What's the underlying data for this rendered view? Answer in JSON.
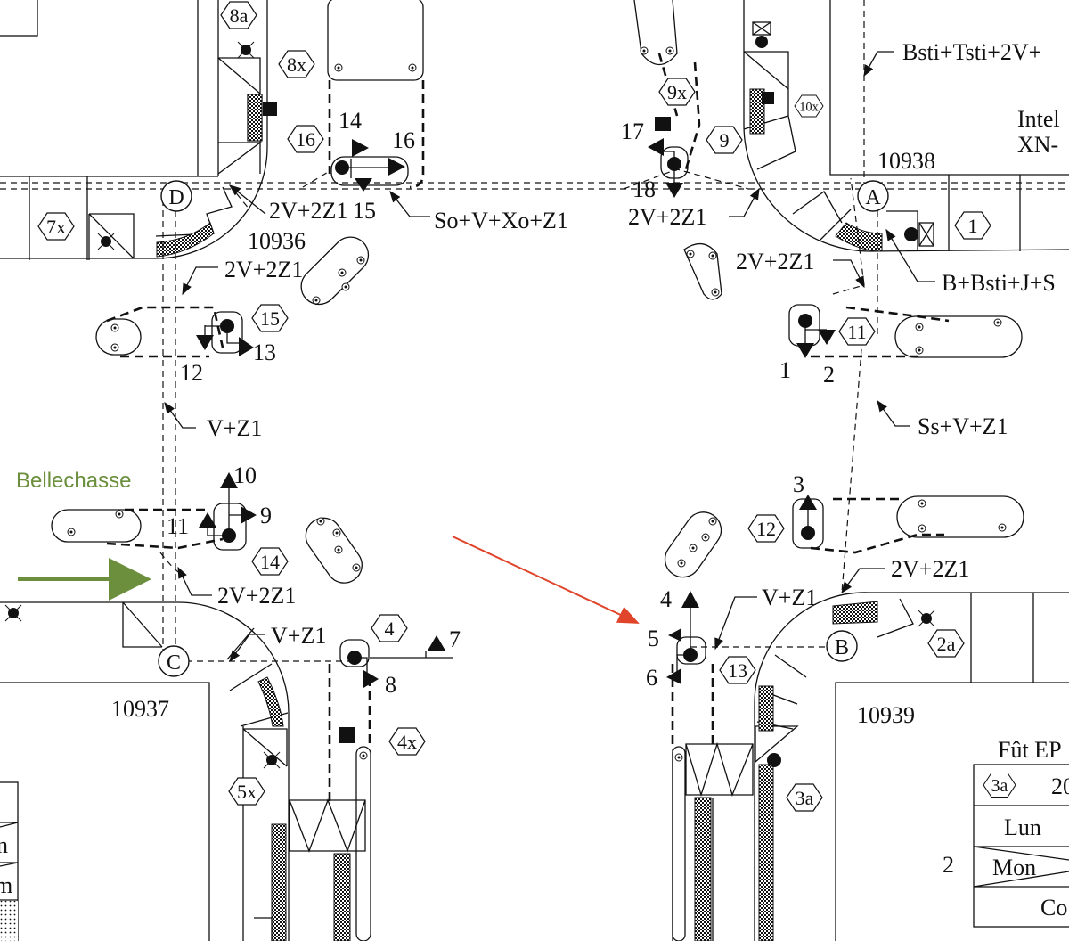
{
  "poles": {
    "A": "A",
    "B": "B",
    "C": "C",
    "D": "D"
  },
  "buildings": {
    "ne": "10938",
    "nw": "10936",
    "sw": "10937",
    "se": "10939"
  },
  "hex_tags": {
    "t8a": "8a",
    "t8x": "8x",
    "t16": "16",
    "t9x": "9x",
    "t9": "9",
    "t10x": "10x",
    "t1": "1",
    "t7x": "7x",
    "t15": "15",
    "t11": "11",
    "t12": "12",
    "t14": "14",
    "t4": "4",
    "t4x": "4x",
    "t5x": "5x",
    "t13": "13",
    "t2a": "2a",
    "t3a": "3a"
  },
  "signal_numbers": {
    "s14": "14",
    "s16": "16",
    "s15": "15",
    "s17": "17",
    "s18": "18",
    "s1": "1",
    "s2": "2",
    "s13": "13",
    "s12": "12",
    "s10": "10",
    "s11": "11",
    "s9": "9",
    "s3": "3",
    "s4": "4",
    "s5": "5",
    "s6": "6",
    "s7": "7",
    "s8": "8"
  },
  "cable_labels": {
    "ne_top": "Bsti+Tsti+2V+",
    "d_east": "2V+2Z1",
    "top_mid": "So+V+Xo+Z1",
    "a_west": "2V+2Z1",
    "d_south": "2V+2Z1",
    "a_south": "2V+2Z1",
    "a_east": "B+Bsti+J+S",
    "west_mid": "V+Z1",
    "east_mid": "Ss+V+Z1",
    "c_north": "2V+2Z1",
    "c_east": "V+Z1",
    "b_west": "V+Z1",
    "b_north": "2V+2Z1"
  },
  "ne_note": {
    "line1": "Intel",
    "line2": "XN-"
  },
  "annotation": {
    "street": "Bellechasse",
    "street_color": "#6b8f3c",
    "arrow_color": "#e0442a"
  },
  "legend_table": {
    "title": "Fût EP",
    "tag": "3a",
    "row1": "20",
    "row2": "Lun",
    "row3": "Mon",
    "row4": "Co",
    "side": "2"
  },
  "left_table": {
    "row2": "n",
    "row3": "m"
  }
}
